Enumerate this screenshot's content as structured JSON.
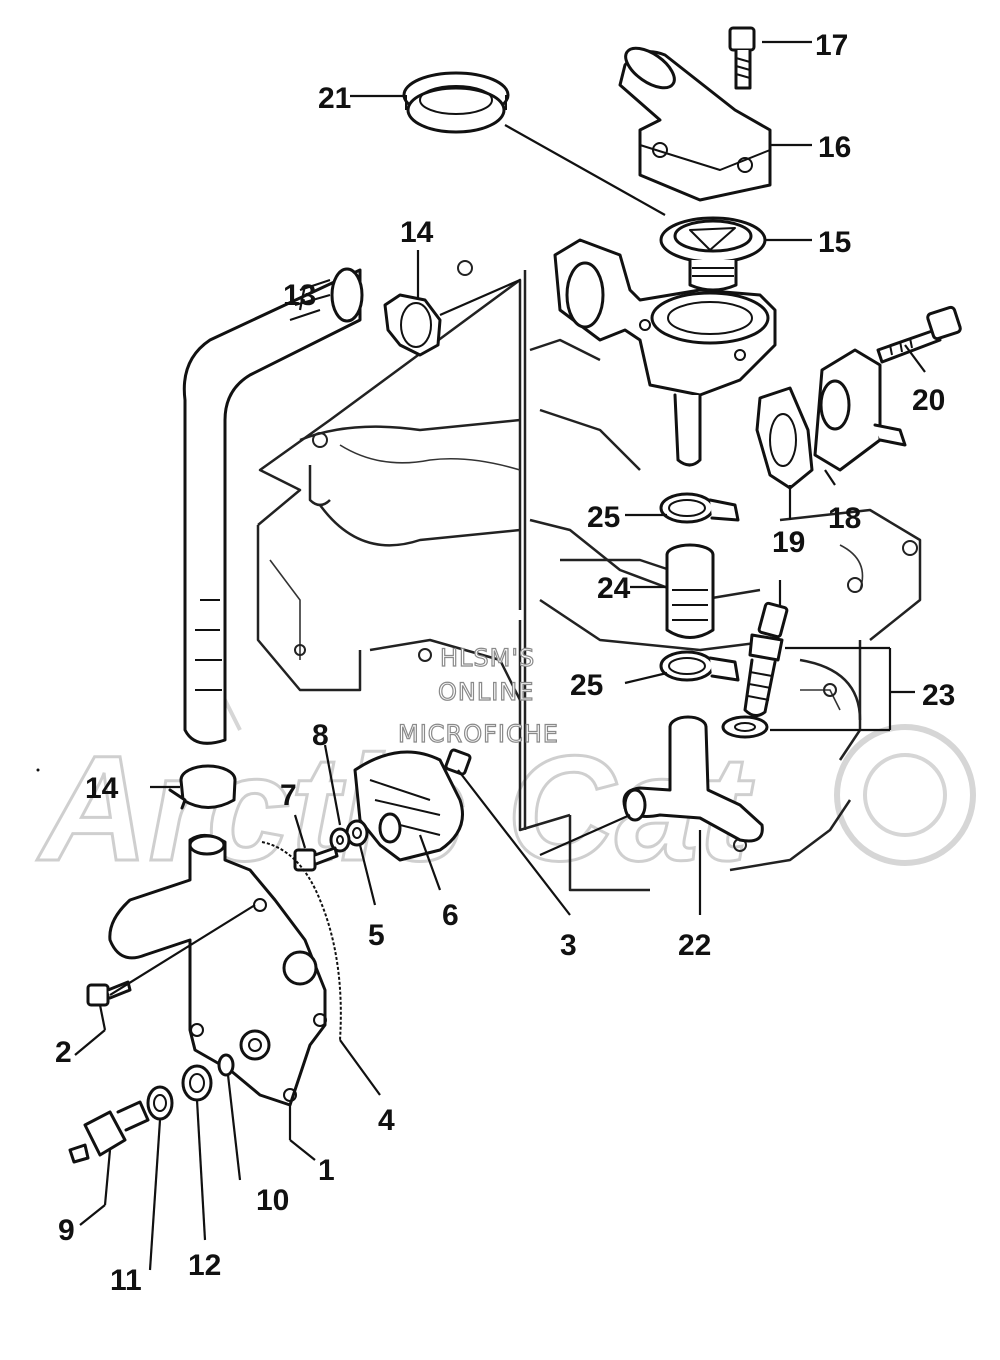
{
  "watermark": {
    "line1": "HLSM'S",
    "line2": "ONLINE",
    "line3": "MICROFICHE",
    "logo": "Arctic Cat"
  },
  "callouts": {
    "c1": "1",
    "c2": "2",
    "c3": "3",
    "c4": "4",
    "c5": "5",
    "c6": "6",
    "c7": "7",
    "c8": "8",
    "c9": "9",
    "c10": "10",
    "c11": "11",
    "c12": "12",
    "c13": "13",
    "c14a": "14",
    "c14b": "14",
    "c15": "15",
    "c16": "16",
    "c17": "17",
    "c18": "18",
    "c19": "19",
    "c20": "20",
    "c21": "21",
    "c22": "22",
    "c23": "23",
    "c24": "24",
    "c25a": "25",
    "c25b": "25"
  }
}
